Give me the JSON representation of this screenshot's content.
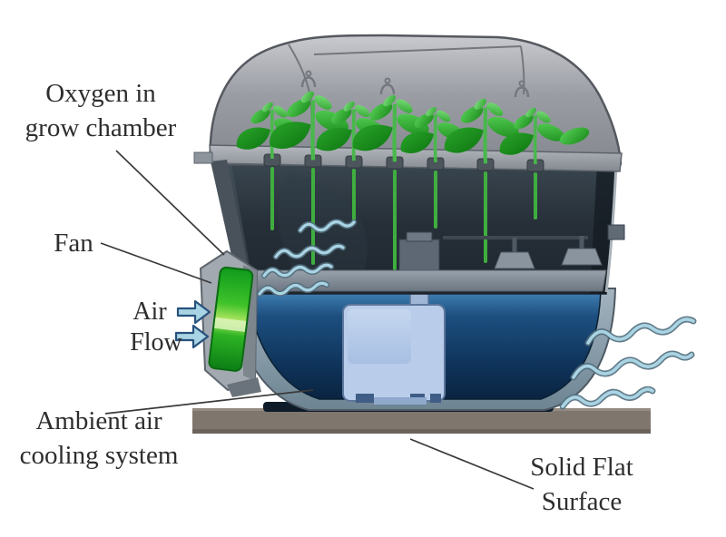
{
  "labels": {
    "oxygen": {
      "line1": "Oxygen in",
      "line2": "grow chamber"
    },
    "fan": "Fan",
    "air": "Air",
    "flow": "Flow",
    "ambient": {
      "line1": "Ambient air",
      "line2": "cooling system"
    },
    "surface": {
      "line1": "Solid Flat",
      "line2": "Surface"
    }
  },
  "colors": {
    "text": "#2e2e2e",
    "leader_line": "#3a3a3a",
    "shell_gray": "#9b9da4",
    "chamber_dark": "#252f39",
    "water_blue": "#16406f",
    "pump_blue": "#b9cdeb",
    "fan_green": "#21ab24",
    "leaf_green": "#2f9e2f",
    "air_blue": "#a9d4e4",
    "arrow_outline": "#27527c",
    "base_gray": "#7f776e"
  }
}
